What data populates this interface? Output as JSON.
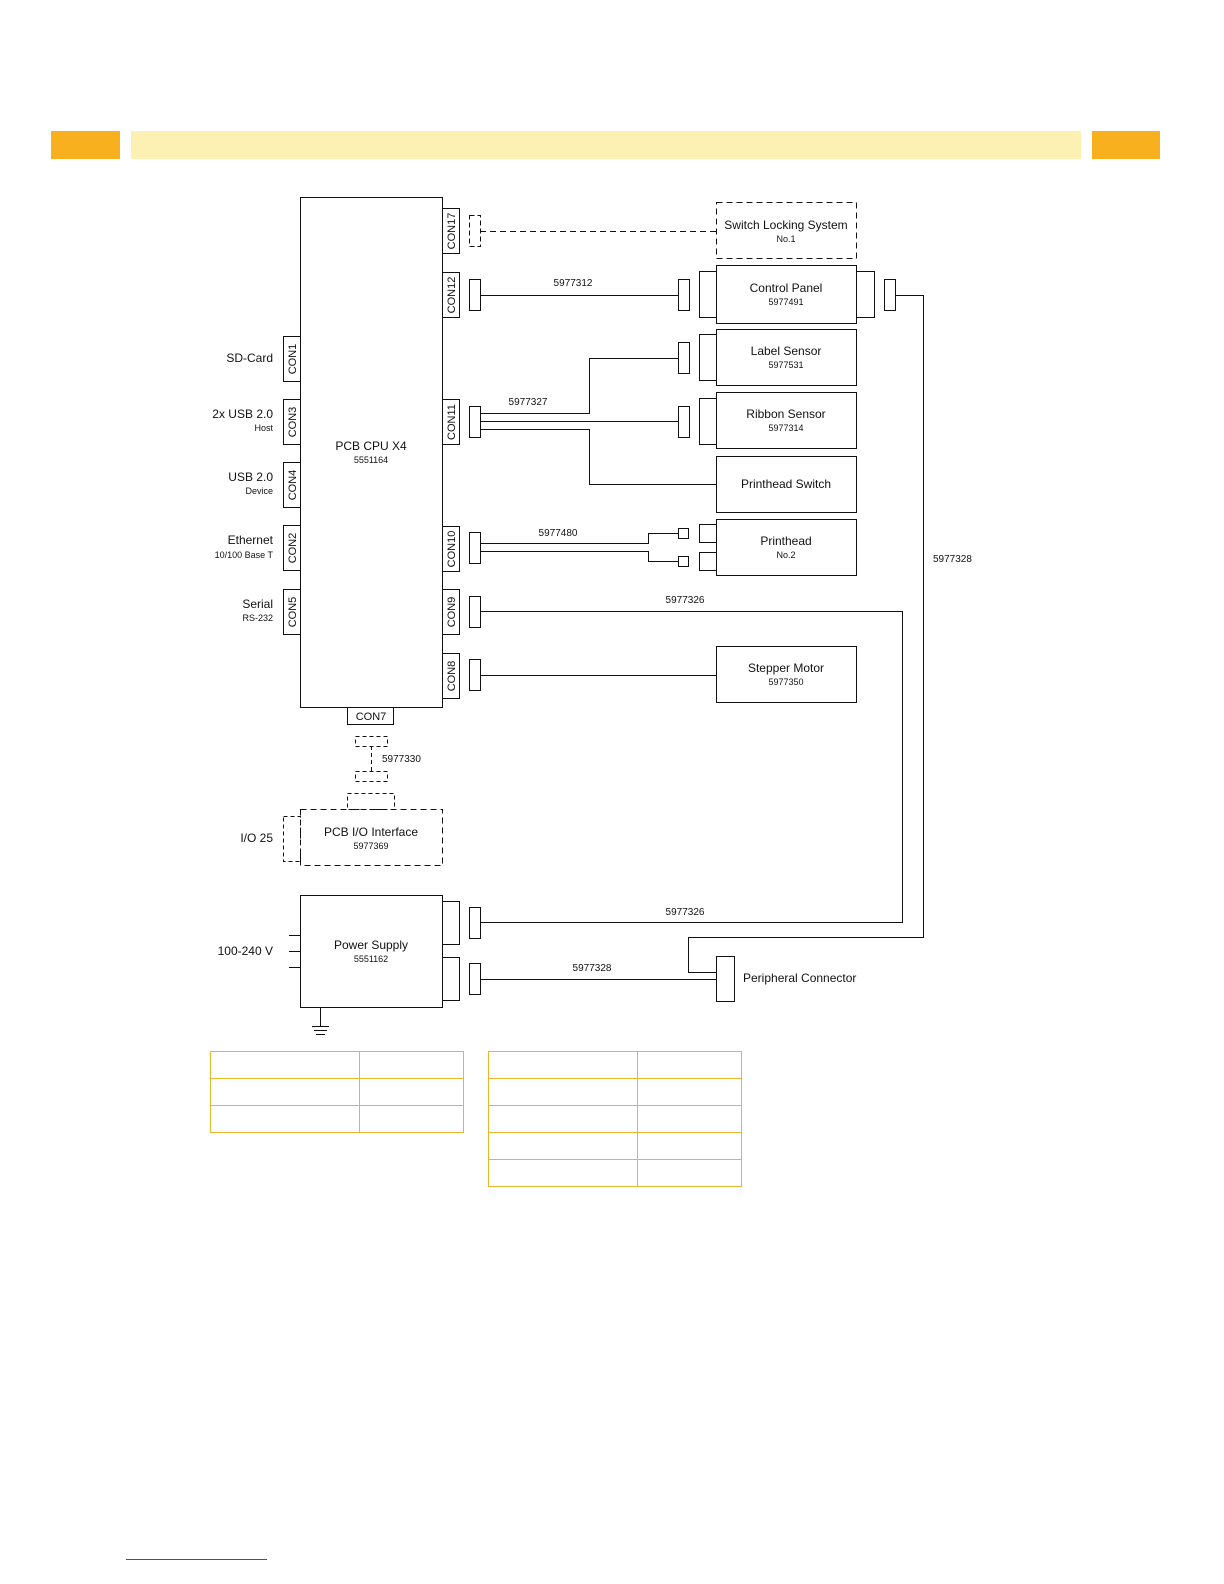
{
  "header": {
    "accent_color": "#f9b01f",
    "band_color": "#fdf0b3"
  },
  "cpu": {
    "title": "PCB CPU X4",
    "part": "5551164"
  },
  "left_connectors": [
    {
      "con": "CON1",
      "label": "SD-Card",
      "sub": ""
    },
    {
      "con": "CON3",
      "label": "2x USB 2.0",
      "sub": "Host"
    },
    {
      "con": "CON4",
      "label": "USB 2.0",
      "sub": "Device"
    },
    {
      "con": "CON2",
      "label": "Ethernet",
      "sub": "10/100 Base T"
    },
    {
      "con": "CON5",
      "label": "Serial",
      "sub": "RS-232"
    }
  ],
  "right_connectors": [
    "CON17",
    "CON12",
    "CON11",
    "CON10",
    "CON9",
    "CON8"
  ],
  "bottom_connector": "CON7",
  "modules": {
    "switch_locking": {
      "title": "Switch Locking System",
      "sub": "No.1"
    },
    "control_panel": {
      "title": "Control Panel",
      "sub": "5977491"
    },
    "label_sensor": {
      "title": "Label Sensor",
      "sub": "5977531"
    },
    "ribbon_sensor": {
      "title": "Ribbon Sensor",
      "sub": "5977314"
    },
    "printhead_switch": {
      "title": "Printhead Switch",
      "sub": ""
    },
    "printhead": {
      "title": "Printhead",
      "sub": "No.2"
    },
    "stepper_motor": {
      "title": "Stepper Motor",
      "sub": "5977350"
    },
    "io_interface": {
      "title": "PCB I/O Interface",
      "sub": "5977369",
      "side_label": "I/O 25"
    },
    "power_supply": {
      "title": "Power Supply",
      "sub": "5551162",
      "input_label": "100-240 V"
    },
    "peripheral": {
      "title": "Peripheral Connector"
    }
  },
  "cables": {
    "con12_cable": "5977312",
    "con11_cable": "5977327",
    "con10_cable": "5977480",
    "con9_cable": "5977326",
    "io_cable": "5977330",
    "power_cable": "5977326",
    "peripheral_cable": "5977328",
    "control_panel_cable": "5977328"
  },
  "colors": {
    "table_border": "#e8b52c",
    "footer_line": "#2e4fb2"
  }
}
